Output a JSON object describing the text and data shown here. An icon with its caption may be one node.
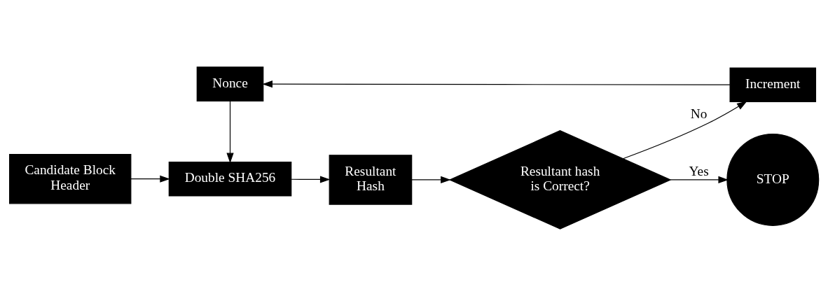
{
  "diagram": {
    "nodes": [
      {
        "text": [
          "Nonce"
        ]
      },
      {
        "text": [
          "Increment"
        ]
      },
      {
        "text": [
          "Candidate Block Header"
        ]
      },
      {
        "text": [
          "Double SHA256"
        ]
      },
      {
        "text": [
          "Resultant Hash"
        ]
      },
      {
        "text": [
          "Resultant hash is Correct?"
        ]
      },
      {
        "text": [
          "STOP"
        ]
      }
    ],
    "edges": [
      {
        "from": 2,
        "to": 3,
        "arrow": "to"
      },
      {
        "from": 0,
        "to": 3,
        "arrow": "to"
      },
      {
        "from": 3,
        "to": 4,
        "arrow": "to"
      },
      {
        "from": 4,
        "to": 5,
        "arrow": "to"
      },
      {
        "from": 5,
        "to": 1,
        "arrow": "to",
        "label": "No"
      },
      {
        "from": 1,
        "to": 0,
        "arrow": "to"
      },
      {
        "from": 5,
        "to": 6,
        "arrow": "to",
        "label": "Yes"
      }
    ]
  }
}
